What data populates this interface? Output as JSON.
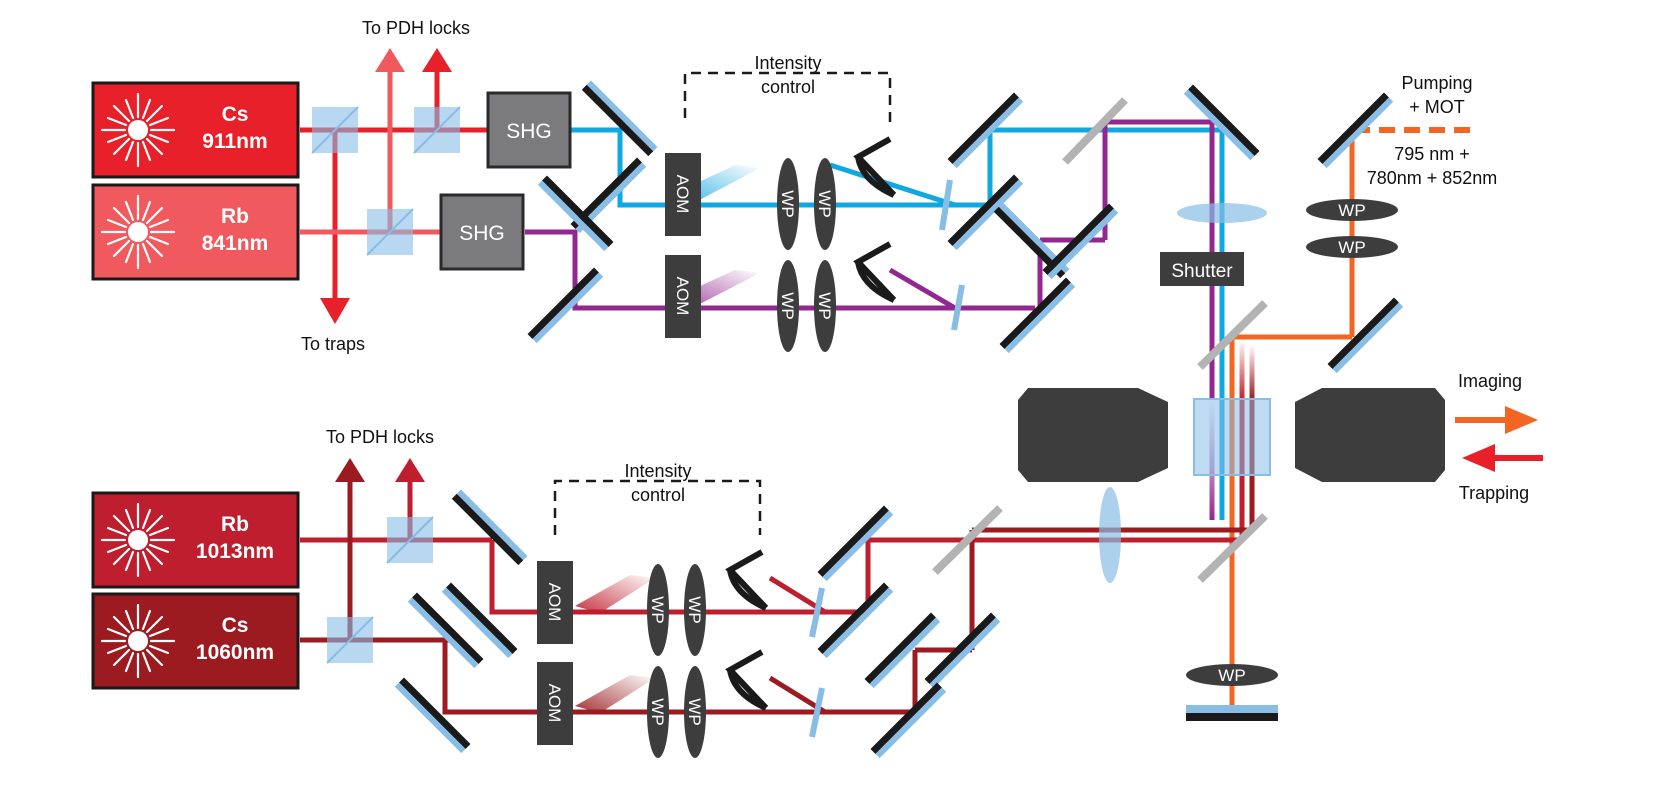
{
  "colors": {
    "cs911": "#e8202a",
    "rb841": "#f05a5e",
    "rb1013": "#be1e2d",
    "cs1060": "#9b1b20",
    "blue": "#0fa8e0",
    "purple": "#92278f",
    "orange": "#f26522",
    "mirror_glass": "#88bde6",
    "dark": "#3d3d3d",
    "shg": "#7b7b7d"
  },
  "lasers": [
    {
      "species": "Cs",
      "wavelength": "911nm"
    },
    {
      "species": "Rb",
      "wavelength": "841nm"
    },
    {
      "species": "Rb",
      "wavelength": "1013nm"
    },
    {
      "species": "Cs",
      "wavelength": "1060nm"
    }
  ],
  "labels": {
    "pdh_top": "To PDH locks",
    "traps": "To traps",
    "pdh_bottom": "To PDH locks",
    "intensity_top_1": "Intensity",
    "intensity_top_2": "control",
    "intensity_bottom_1": "Intensity",
    "intensity_bottom_2": "control",
    "pumping_1": "Pumping",
    "pumping_2": "+ MOT",
    "wavelengths_1": "795 nm +",
    "wavelengths_2": "780nm + 852nm",
    "imaging": "Imaging",
    "trapping": "Trapping"
  },
  "components": {
    "shg": "SHG",
    "aom": "AOM",
    "wp": "WP",
    "shutter": "Shutter"
  }
}
